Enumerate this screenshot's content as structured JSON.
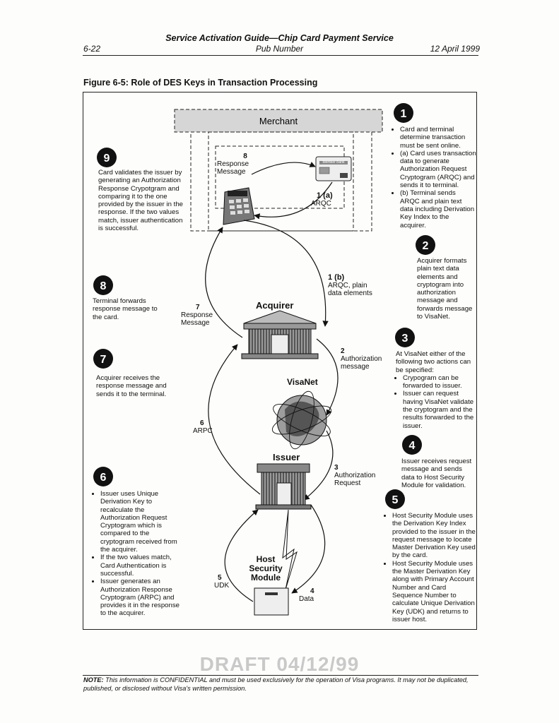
{
  "header": {
    "title": "Service Activation Guide—Chip Card Payment Service",
    "subtitle": "Pub Number",
    "page": "6-22",
    "date": "12 April 1999"
  },
  "figure": {
    "title": "Figure 6-5: Role of DES Keys in Transaction Processing"
  },
  "entities": {
    "merchant": "Merchant",
    "acquirer": "Acquirer",
    "visanet": "VisaNet",
    "issuer": "Issuer",
    "hsm": [
      "Host",
      "Security",
      "Module"
    ],
    "card_label": "Member Bank"
  },
  "arrows": {
    "a1a": {
      "num": "1 (a)",
      "text": "ARQC"
    },
    "a1b": {
      "num": "1 (b)",
      "text": [
        "ARQC, plain",
        "data elements"
      ]
    },
    "a2": {
      "num": "2",
      "text": [
        "Authorization",
        "message"
      ]
    },
    "a3": {
      "num": "3",
      "text": [
        "Authorization",
        "Request"
      ]
    },
    "a4": {
      "num": "4",
      "text": "Data"
    },
    "a5": {
      "num": "5",
      "text": "UDK"
    },
    "a6": {
      "num": "6",
      "text": "ARPC"
    },
    "a7": {
      "num": "7",
      "text": [
        "Response",
        "Message"
      ]
    },
    "a8": {
      "num": "8",
      "text": [
        "Response",
        "Message"
      ]
    }
  },
  "steps": {
    "s1": {
      "badge": "1",
      "items": [
        "Card and terminal determine transaction must be sent online.",
        "(a) Card uses transaction data to generate Authorization Request Cryptogram (ARQC) and sends it to terminal.",
        "(b) Terminal sends ARQC and plain text data including Derivation Key Index to the acquirer."
      ]
    },
    "s2": {
      "badge": "2",
      "text": "Acquirer formats plain text data elements and cryptogram into authorization message and forwards message to VisaNet."
    },
    "s3": {
      "badge": "3",
      "text": "At VisaNet either of the following two actions can be specified:",
      "items": [
        "Crypogram can be forwarded to issuer.",
        "Issuer can request having VisaNet validate the cryptogram and the results forwarded to the issuer."
      ]
    },
    "s4": {
      "badge": "4",
      "text": "Issuer receives request message and sends data to Host Security Module for validation."
    },
    "s5": {
      "badge": "5",
      "items": [
        "Host Security Module uses the Derivation Key Index provided to the issuer in the request message to locate Master Derivation Key used by the card.",
        "Host Security Module uses the Master Derivation Key along with Primary Account Number and Card Sequence Number to calculate Unique Derivation Key (UDK) and returns to issuer host."
      ]
    },
    "s6": {
      "badge": "6",
      "items": [
        "Issuer uses Unique Derivation Key to recalculate the Authorization Request Cryptogram which is compared to the cryptogram received from the acquirer.",
        "If the two values match, Card Authentication is successful.",
        "Issuer generates an Authorization Response Cryptogram (ARPC) and provides it in the response to the acquirer."
      ]
    },
    "s7": {
      "badge": "7",
      "text": "Acquirer receives the response message and sends it to the terminal."
    },
    "s8": {
      "badge": "8",
      "text": "Terminal forwards response message to the card."
    },
    "s9": {
      "badge": "9",
      "text": "Card validates the issuer by generating an Authorization Response Crypotgram and comparing it to the one provided by the issuer in the response. If the two values match, issuer authentication is successful."
    }
  },
  "footer": {
    "draft": "DRAFT 04/12/99",
    "note_label": "NOTE:",
    "note": "This information is CONFIDENTIAL and must be used exclusively for the operation of Visa programs. It may not be duplicated, published, or disclosed without Visa's written permission."
  }
}
